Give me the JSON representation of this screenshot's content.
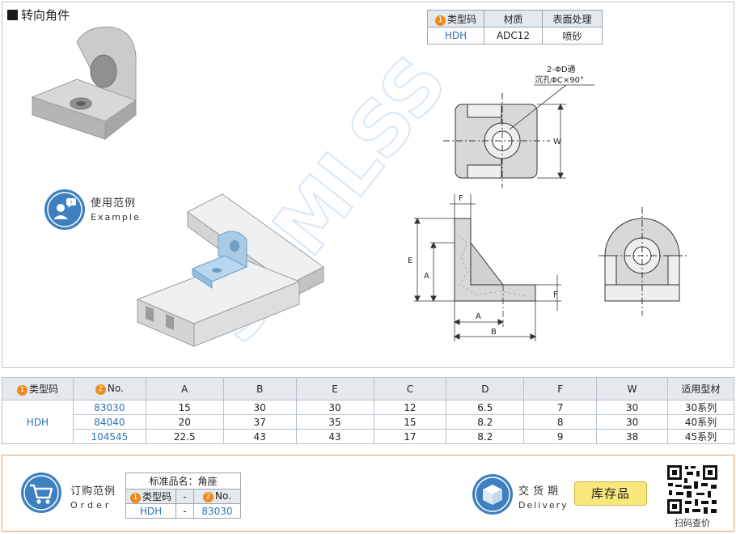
{
  "title": "转向角件",
  "spec_table": {
    "headers": {
      "type_num": "1",
      "type_label": "类型码",
      "material": "材质",
      "surface": "表面处理"
    },
    "row": {
      "type": "HDH",
      "material": "ADC12",
      "surface": "喷砂"
    }
  },
  "example": {
    "cn": "使用范例",
    "en": "Example"
  },
  "drawing_labels": {
    "hole_line1": "2-ΦD通",
    "hole_line2": "沉孔ΦC×90°",
    "W": "W",
    "F_top": "F",
    "E": "E",
    "A_left": "A",
    "F_right": "F",
    "A_bottom": "A",
    "B": "B"
  },
  "watermark": "SAMLSS",
  "main_table": {
    "headers": {
      "type_num": "1",
      "type_label": "类型码",
      "no_num": "2",
      "no_label": "No.",
      "A": "A",
      "B": "B",
      "E": "E",
      "C": "C",
      "D": "D",
      "F": "F",
      "W": "W",
      "profile": "适用型材"
    },
    "type": "HDH",
    "rows": [
      {
        "no": "83030",
        "A": "15",
        "B": "30",
        "E": "30",
        "C": "12",
        "D": "6.5",
        "F": "7",
        "W": "30",
        "profile": "30系列"
      },
      {
        "no": "84040",
        "A": "20",
        "B": "37",
        "E": "35",
        "C": "15",
        "D": "8.2",
        "F": "8",
        "W": "30",
        "profile": "40系列"
      },
      {
        "no": "104545",
        "A": "22.5",
        "B": "43",
        "E": "43",
        "C": "17",
        "D": "8.2",
        "F": "9",
        "W": "38",
        "profile": "45系列"
      }
    ]
  },
  "order": {
    "cn": "订购范例",
    "en": "Order",
    "std_label": "标准品名：角座",
    "type_num": "1",
    "type_label": "类型码",
    "dash": "-",
    "no_num": "2",
    "no_label": "No.",
    "type_value": "HDH",
    "dash_value": "-",
    "no_value": "83030"
  },
  "delivery": {
    "cn": "交货期",
    "en": "Delivery",
    "stock": "库存品"
  },
  "qr_label": "扫码查价",
  "colors": {
    "blue": "#2b73b8",
    "orange": "#ef8a1f",
    "icon_blue": "#3e7fc0",
    "stock_bg": "#f8e87c"
  }
}
